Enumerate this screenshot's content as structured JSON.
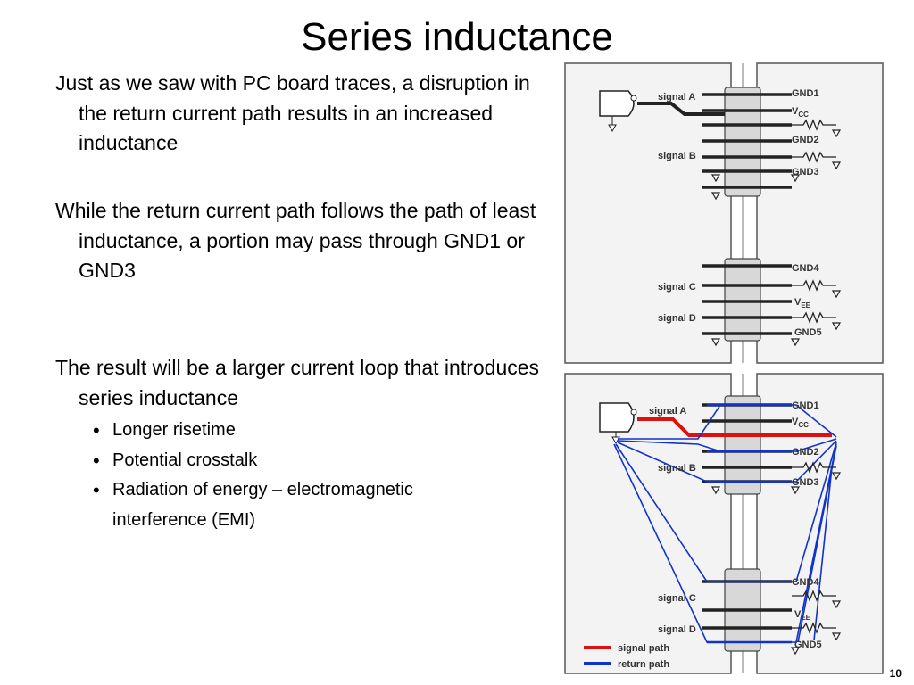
{
  "title": "Series inductance",
  "paragraphs": [
    "Just as we saw with PC board traces, a disruption in the return current path results in an increased inductance",
    "While the return current path follows the path of least inductance, a portion may pass through GND1 or GND3",
    "The result will be a larger current loop that introduces series inductance"
  ],
  "bullets": [
    "Longer risetime",
    "Potential crosstalk",
    "Radiation of energy – electromagnetic interference (EMI)"
  ],
  "figure": {
    "signal_labels": [
      "signal A",
      "signal B",
      "signal C",
      "signal D"
    ],
    "gnd_labels": [
      "GND1",
      "GND2",
      "GND3",
      "GND4",
      "GND5"
    ],
    "vcc_label": "V",
    "vcc_sub": "CC",
    "vee_label": "V",
    "vee_sub": "EE",
    "legend": {
      "signal_path": "signal path",
      "return_path": "return path",
      "signal_color": "#dd1111",
      "return_color": "#1133cc"
    }
  },
  "page_number": "10"
}
